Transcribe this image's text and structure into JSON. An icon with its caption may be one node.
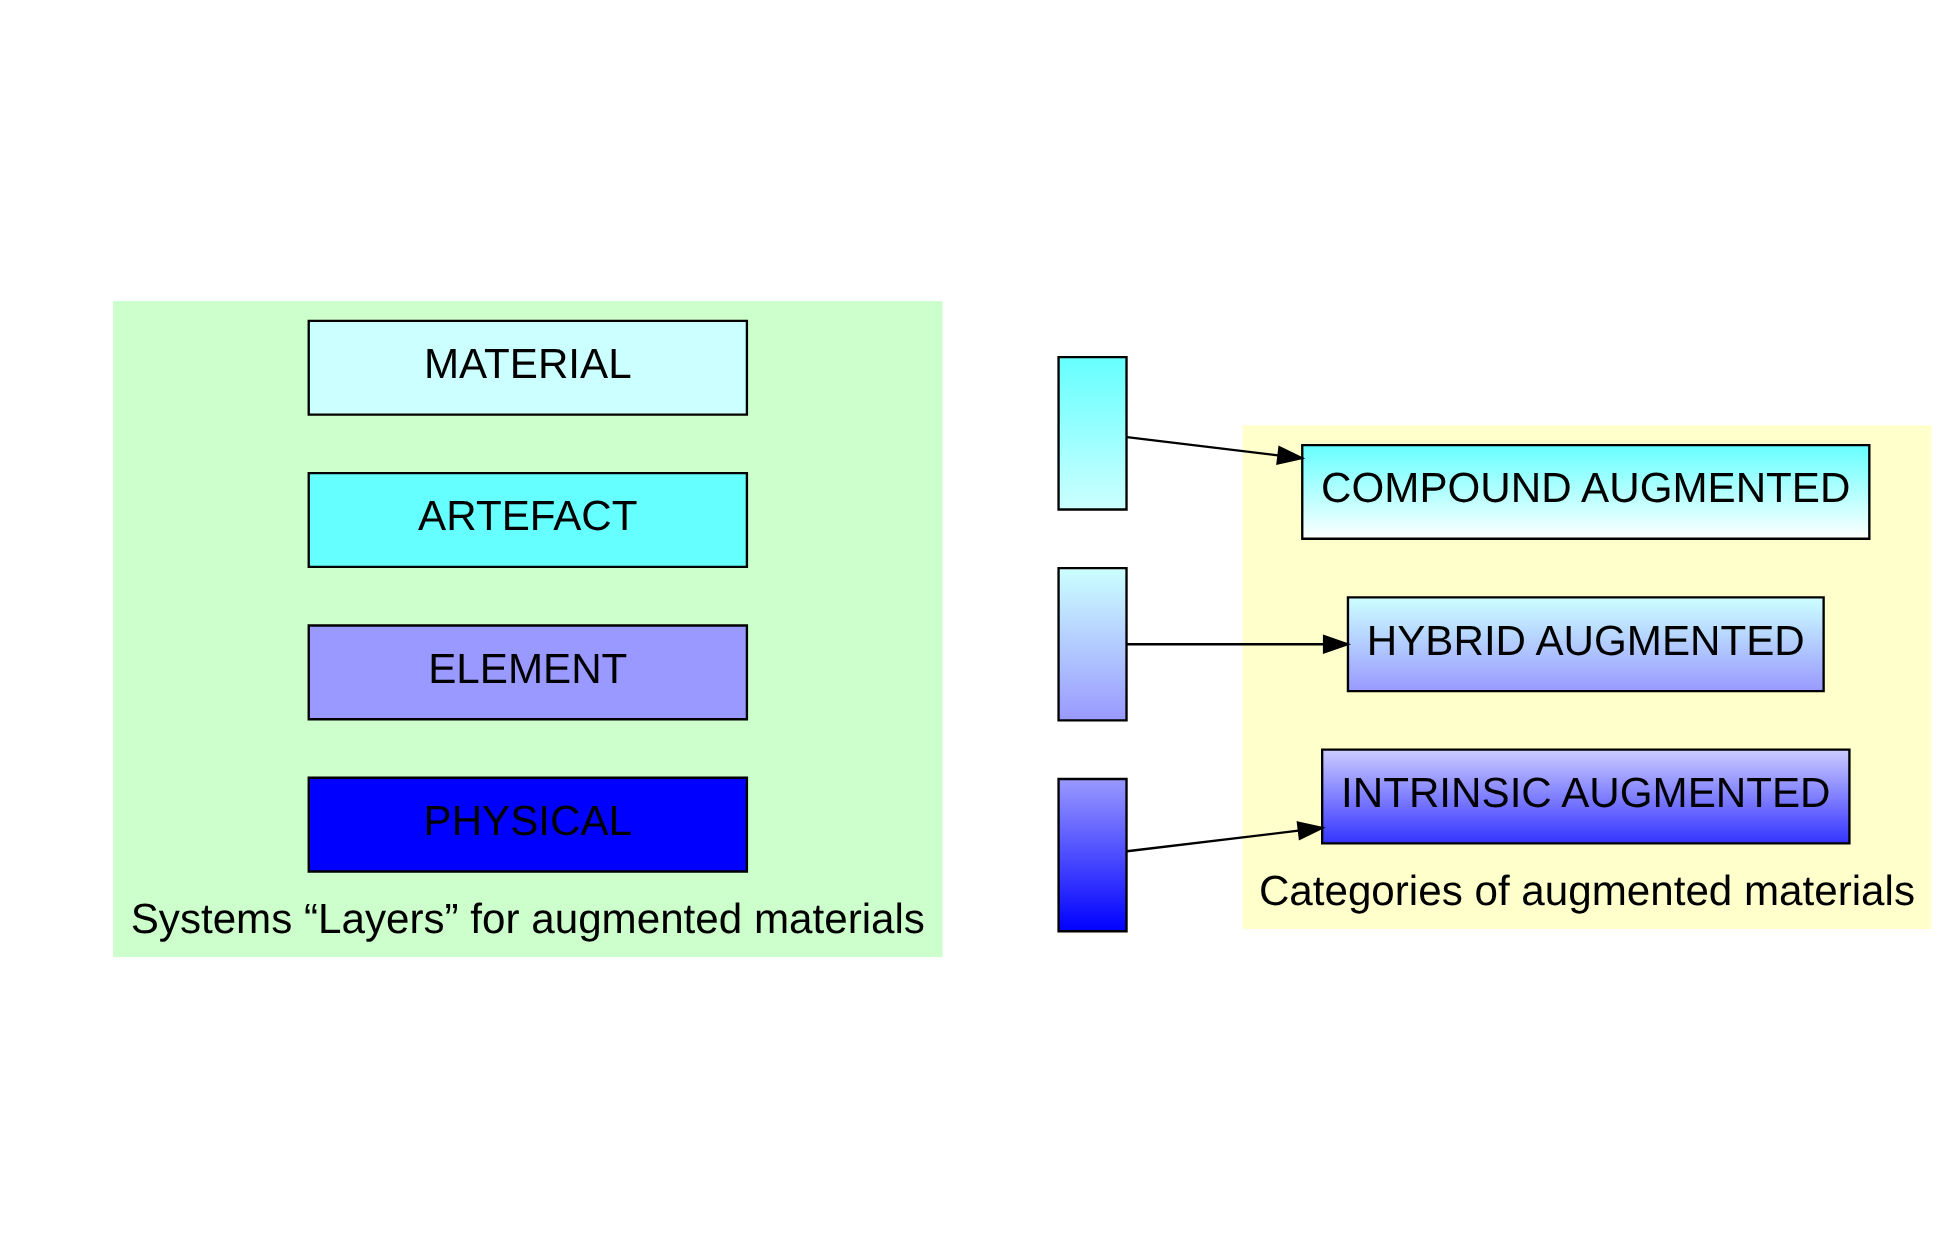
{
  "diagram": {
    "nodes": [
      {
        "text": [
          "Systems “Layers” for augmented materials"
        ]
      },
      {
        "text": [
          "ARTEFACT"
        ],
        "in": 0
      },
      {
        "text": [
          "MATERIAL"
        ],
        "in": 0
      },
      {
        "text": [
          "ELEMENT"
        ],
        "in": 0
      },
      {
        "text": [
          "PHYSICAL"
        ],
        "in": 0
      },
      {
        "text": [],
        "shape": "box"
      },
      {
        "text": [],
        "shape": "box"
      },
      {
        "text": [],
        "shape": "box"
      },
      {
        "text": [
          "Categories of augmented materials"
        ]
      },
      {
        "text": [
          "COMPOUND AUGMENTED"
        ],
        "in": 8
      },
      {
        "text": [
          "HYBRID AUGMENTED"
        ],
        "in": 8
      },
      {
        "text": [
          "INTRINSIC AUGMENTED"
        ],
        "in": 8
      }
    ],
    "edges": [
      {
        "from": 5,
        "to": 9,
        "arrow": "to"
      },
      {
        "from": 6,
        "to": 10,
        "arrow": "to"
      },
      {
        "from": 7,
        "to": 11,
        "arrow": "to"
      }
    ]
  }
}
